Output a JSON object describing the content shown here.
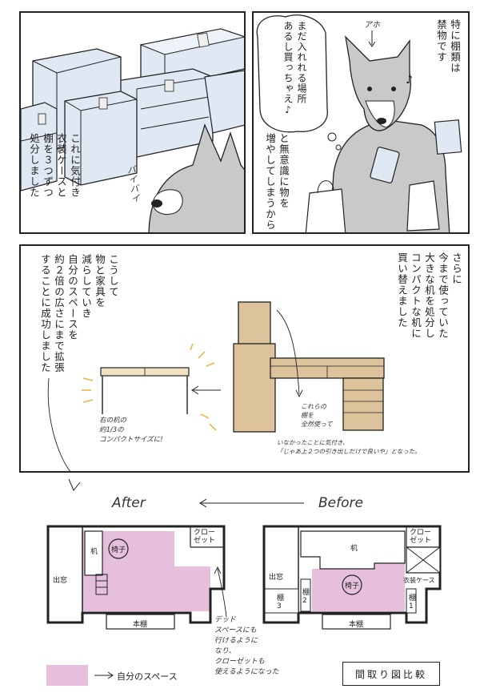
{
  "panel1": {
    "narration": [
      "これに気付き",
      "衣装ケースと",
      "棚を３つずつ",
      "処分しました"
    ],
    "sfx": "バイバイ"
  },
  "panel2": {
    "narration_right": [
      "特に棚類は",
      "禁物です"
    ],
    "thought": [
      "まだ入れれる場所",
      "あるし買っちゃえ♪"
    ],
    "narration_left": [
      "と無意識に物を",
      "増やしてしまうから"
    ],
    "arrow_label": "アホ"
  },
  "panel3": {
    "narration_right": [
      "さらに",
      "今まで使っていた",
      "大きな机を処分し",
      "コンパクトな机に",
      "買い替えました"
    ],
    "narration_left": [
      "こうして",
      "物と家具を",
      "減らしていき",
      "自分のスペースを",
      "約２倍の広さにまで拡張",
      "することに成功しました"
    ],
    "note_small_desk": [
      "右の机の",
      "約1/3の",
      "コンパクトサイズに!"
    ],
    "note_shelf": [
      "これらの",
      "棚を",
      "全然使って"
    ],
    "note_bottom": [
      "いなかったことに気付き、",
      "「じゃあ上２つの引き出しだけで良いや」となった。"
    ]
  },
  "floorplans": {
    "after_label": "After",
    "before_label": "Before",
    "after": {
      "closet": "クロー\nゼット",
      "desk": "机",
      "chair": "椅子",
      "window": "出窓",
      "bookshelf": "本棚"
    },
    "before": {
      "closet": "クロー\nゼット",
      "desk": "机",
      "chair": "椅子",
      "window": "出窓",
      "bookshelf": "本棚",
      "clothes_case": "衣装ケース",
      "shelf2": "棚\n2",
      "shelf3": "棚\n3",
      "shelf1": "棚\n1"
    },
    "dead_space_note": [
      "デッド",
      "スペースにも",
      "行けるように",
      "なり、",
      "クローゼットも",
      "使えるようになった"
    ],
    "legend_label": "自分のスペース",
    "caption": "間取り図比較",
    "space_color": "#e6bfdc"
  }
}
